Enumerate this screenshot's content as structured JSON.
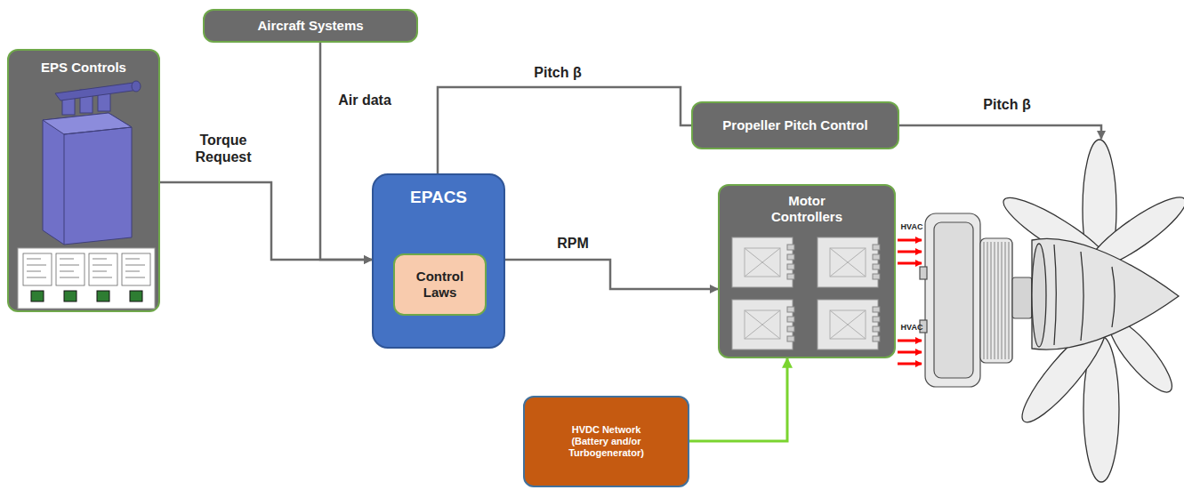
{
  "diagram": {
    "nodes": [
      {
        "text": [
          "EPS Controls"
        ]
      },
      {
        "text": [
          "Aircraft Systems"
        ]
      },
      {
        "text": [
          "EPACS"
        ]
      },
      {
        "text": [
          "Control Laws"
        ],
        "in": 2
      },
      {
        "text": [
          "Propeller Pitch Control"
        ]
      },
      {
        "text": [
          "Motor Controllers"
        ]
      },
      {
        "text": [
          "HVDC Network (Battery and/or Turbogenerator)"
        ]
      }
    ],
    "edges": [
      {
        "from": 0,
        "to": 2,
        "label": "Torque Request",
        "arrow": "to"
      },
      {
        "from": 1,
        "to": 2,
        "label": "Air data",
        "arrow": "to"
      },
      {
        "from": 2,
        "to": 4,
        "label": "Pitch β",
        "arrow": "none"
      },
      {
        "from": 2,
        "to": 5,
        "label": "RPM",
        "arrow": "to"
      },
      {
        "from": 6,
        "to": 5,
        "arrow": "to"
      }
    ],
    "labels": [
      "Pitch β",
      "HVAC",
      "HVAC"
    ]
  }
}
